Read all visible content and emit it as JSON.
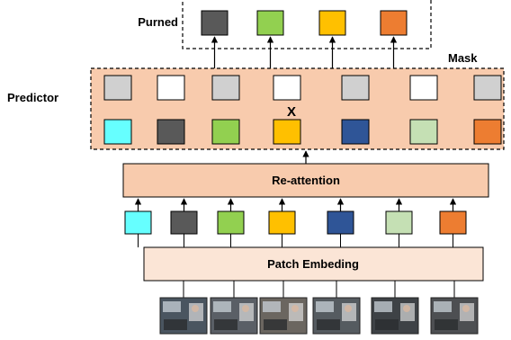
{
  "labels": {
    "purned": "Purned",
    "mask": "Mask",
    "predictor": "Predictor",
    "removed_marker": "X",
    "re_attention": "Re-attention",
    "patch_embedding": "Patch Embeding"
  },
  "colors": {
    "predictor_fill": "#F8CBAD",
    "re_attention_fill": "#F8CBAD",
    "patch_embedding_fill": "#FBE5D6",
    "mask_grey": "#D0D0D0",
    "mask_white": "#FFFFFF"
  },
  "tokens": [
    {
      "name": "cyan-token",
      "color": "#66FFFF"
    },
    {
      "name": "dark-grey-token",
      "color": "#595959"
    },
    {
      "name": "green-token",
      "color": "#92D050"
    },
    {
      "name": "yellow-token",
      "color": "#FFC000"
    },
    {
      "name": "navy-token",
      "color": "#2F5597"
    },
    {
      "name": "light-green-token",
      "color": "#C5E0B4"
    },
    {
      "name": "orange-token",
      "color": "#ED7D31"
    }
  ],
  "mask_pattern": [
    "grey",
    "white",
    "grey",
    "white",
    "grey",
    "white",
    "grey"
  ],
  "pruned_tokens": [
    {
      "name": "dark-grey-token",
      "color": "#595959"
    },
    {
      "name": "green-token",
      "color": "#92D050"
    },
    {
      "name": "yellow-token",
      "color": "#FFC000"
    },
    {
      "name": "orange-token",
      "color": "#ED7D31"
    }
  ],
  "image_patches": [
    {
      "name": "patch-image-1",
      "tone": "#4a5560"
    },
    {
      "name": "patch-image-2",
      "tone": "#5a5f66"
    },
    {
      "name": "patch-image-3",
      "tone": "#6b6660"
    },
    {
      "name": "patch-image-4",
      "tone": "#555b60"
    },
    {
      "name": "patch-image-5",
      "tone": "#3e4246"
    },
    {
      "name": "patch-image-6",
      "tone": "#4d4f52"
    }
  ]
}
